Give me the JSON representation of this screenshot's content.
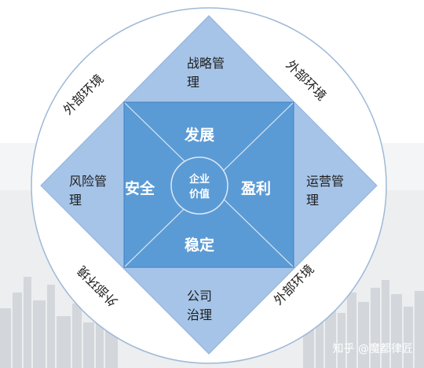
{
  "diagram": {
    "center": {
      "line1": "企业",
      "line2": "价值"
    },
    "inner": {
      "top": "发展",
      "left": "安全",
      "right": "盈利",
      "bottom": "稳定"
    },
    "diamond": {
      "top": {
        "line1": "战略管",
        "line2": "理"
      },
      "left": {
        "line1": "风险管",
        "line2": "理"
      },
      "right": {
        "line1": "运营管",
        "line2": "理"
      },
      "bottom": {
        "line1": "公司",
        "line2": "治理"
      }
    },
    "outer_ring": {
      "top_left": "外部环境",
      "top_right": "外部环境",
      "bottom_left": "外部环境",
      "bottom_right": "外部环境"
    }
  },
  "watermark": "知乎 @魔都律匠",
  "colors": {
    "diamond": "#a6c4e8",
    "square": "#5b9bd5",
    "square_border": "#3f7fc4",
    "circle_stroke": "#9fb9d6",
    "text_dark": "#1d1d1d"
  }
}
